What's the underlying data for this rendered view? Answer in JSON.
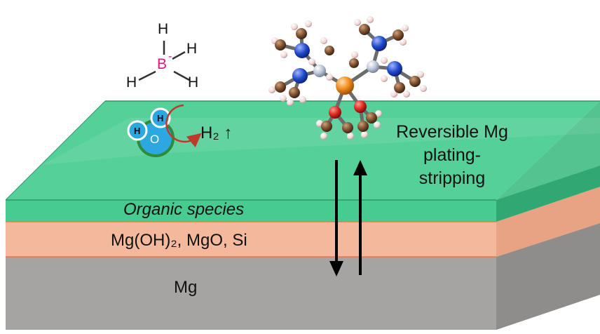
{
  "labels": {
    "organic": "Organic species",
    "oxide_layer": "Mg(OH)₂, MgO, Si",
    "substrate": "Mg",
    "reversible": "Reversible Mg plating-stripping",
    "hydrogen": "H₂ ↑"
  },
  "borohydride": {
    "boron": "B",
    "charge": "-",
    "hydrogen": "H"
  },
  "water": {
    "hydrogen": "H",
    "oxygen": "O"
  },
  "colors": {
    "organic_layer": "#3ec88a",
    "oxide_layer": "#f4b89c",
    "substrate": "#a6a4a2",
    "boron": "#e0177a",
    "water": "#2aa8df",
    "water_outline": "#2e8b3a",
    "magnesium_atom": "#f28c1e",
    "nitrogen_atom": "#1f49c9",
    "carbon_atom": "#7a4e2d",
    "oxygen_atom": "#d9241c"
  }
}
